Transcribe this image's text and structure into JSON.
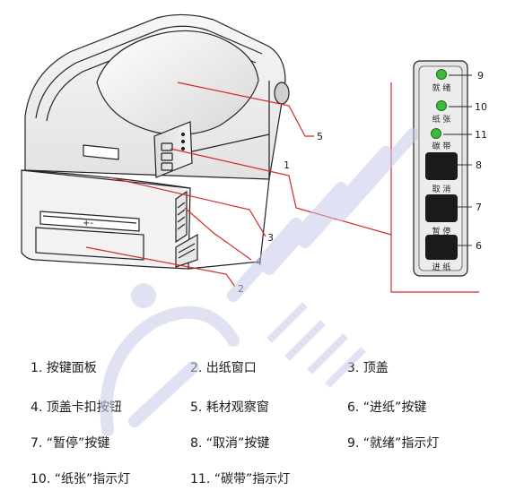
{
  "callouts": {
    "c1": "1",
    "c2": "2",
    "c3": "3",
    "c4": "4",
    "c5": "5",
    "c6": "6",
    "c7": "7",
    "c8": "8",
    "c9": "9",
    "c10": "10",
    "c11": "11"
  },
  "panel": {
    "led_ready": "就 绪",
    "led_paper": "纸 张",
    "led_ribbon": "碳 带",
    "btn_cancel": "取 消",
    "btn_pause": "暂 停",
    "btn_feed": "进 纸"
  },
  "front_panel_label": "+-",
  "legend": [
    "1.  按键面板",
    "2.  出纸窗口",
    "3.  顶盖",
    "4.  顶盖卡扣按钮",
    "5.  耗材观察窗",
    "6.  “进纸”按键",
    "7.  “暂停”按键",
    "8.  “取消”按键",
    "9.  “就绪”指示灯",
    "10.  “纸张”指示灯",
    "11.  “碳带”指示灯"
  ],
  "colors": {
    "leader_line": "#d42a2a",
    "led_green": "#3dbb3d",
    "watermark": "#c7c9ea",
    "outline": "#222222"
  }
}
